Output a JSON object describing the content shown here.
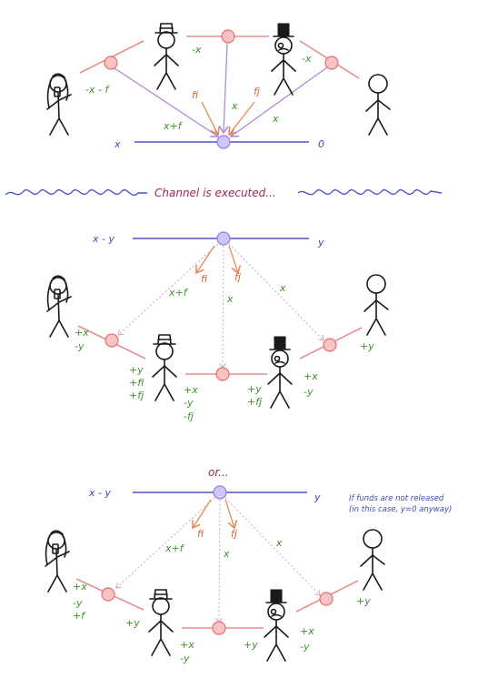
{
  "colors": {
    "green": "#3f8f2a",
    "blue": "#3c4bb3",
    "orange": "#d9622b",
    "purple": "#9b2757",
    "red_node": "#f7c3c3",
    "violet_node": "#cfc6f7"
  },
  "scene1": {
    "left_label": "x",
    "right_label": "0",
    "edge_labels": [
      "-x - f",
      "-x",
      "-x"
    ],
    "flow_labels": [
      "x+f",
      "fi",
      "x",
      "fj",
      "x"
    ]
  },
  "divider": {
    "text": "Channel is executed..."
  },
  "scene2": {
    "left_label": "x - y",
    "right_label": "y",
    "flow_labels": [
      "fi",
      "fj",
      "x+f",
      "x",
      "x"
    ],
    "person_labels": {
      "girl": [
        "+x",
        "-y"
      ],
      "hat": [
        "+y",
        "+fi",
        "+fj"
      ],
      "hat_right": [
        "+x",
        "-y",
        "-fj"
      ],
      "tophat_left": [
        "+y",
        "+fj"
      ],
      "tophat_right": [
        "+x",
        "-y"
      ],
      "plain": [
        "+y"
      ]
    }
  },
  "or_text": "or...",
  "scene3": {
    "left_label": "x - y",
    "right_label": "y",
    "note_lines": [
      "If funds are not released",
      "(in this case, y=0 anyway)"
    ],
    "flow_labels": [
      "fi",
      "fj",
      "x+f",
      "x",
      "x"
    ],
    "person_labels": {
      "girl": [
        "+x",
        "-y",
        "+f"
      ],
      "hat_left": [
        "+y"
      ],
      "hat_right": [
        "+x",
        "-y"
      ],
      "tophat_left": [
        "+y"
      ],
      "tophat_right": [
        "+x",
        "-y"
      ],
      "plain": [
        "+y"
      ]
    }
  }
}
